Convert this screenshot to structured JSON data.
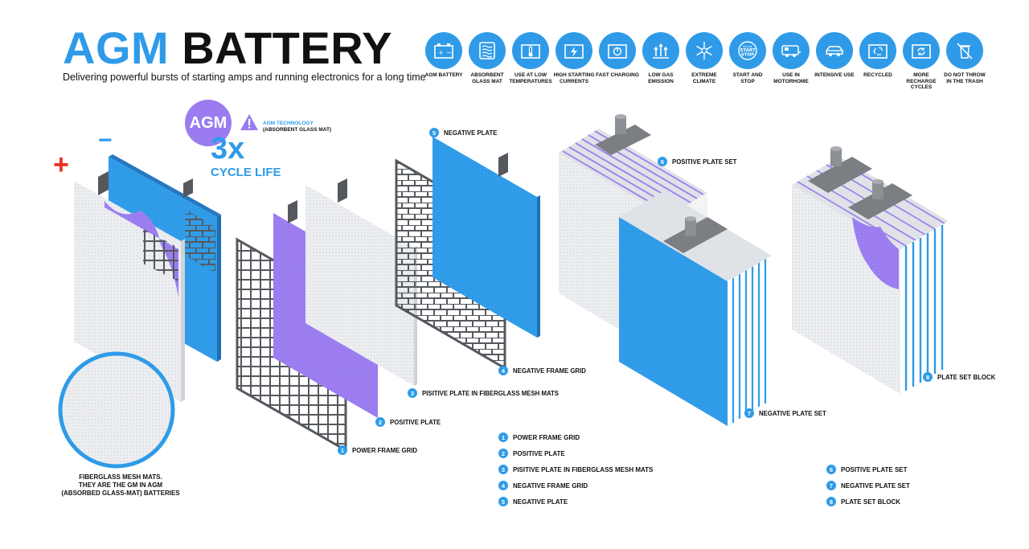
{
  "header": {
    "title_part1": "AGM",
    "title_part2": "BATTERY",
    "subtitle": "Delivering powerful bursts of starting amps and running electronics for a long time"
  },
  "features": [
    {
      "label": "AGM BATTERY",
      "icon": "battery-icon"
    },
    {
      "label": "ABSORBENT GLASS MAT",
      "icon": "glass-mat-icon"
    },
    {
      "label": "USE AT LOW TEMPERATURES",
      "icon": "thermometer-icon"
    },
    {
      "label": "HIGH STARTING CURRENTS",
      "icon": "lightning-battery-icon"
    },
    {
      "label": "FAST CHARGING",
      "icon": "charging-icon"
    },
    {
      "label": "LOW GAS EMISSION",
      "icon": "gas-emission-icon"
    },
    {
      "label": "EXTREME CLIMATE",
      "icon": "snowflake-sun-icon"
    },
    {
      "label": "START AND STOP",
      "icon": "start-stop-icon",
      "badge_top": "ENGINE",
      "badge_mid": "START",
      "badge_bot": "STOP"
    },
    {
      "label": "USE IN MOTORHOME",
      "icon": "motorhome-icon"
    },
    {
      "label": "INTENSIVE USE",
      "icon": "car-icon"
    },
    {
      "label": "RECYCLED",
      "icon": "recycle-icon"
    },
    {
      "label": "MORE RECHARGE CYCLES",
      "icon": "recharge-cycle-icon"
    },
    {
      "label": "DO NOT THROW IN THE TRASH",
      "icon": "crossed-bin-icon"
    }
  ],
  "badge": {
    "agm": "AGM",
    "tech_line1": "AGM TECHNOLOGY",
    "tech_line2": "(ABSORBENT GLASS MAT)",
    "multiplier": "3x",
    "cycle_life": "CYCLE LIFE"
  },
  "signs": {
    "plus": "+",
    "minus": "−"
  },
  "callouts": [
    {
      "num": "1",
      "label": "POWER FRAME GRID"
    },
    {
      "num": "2",
      "label": "POSITIVE PLATE"
    },
    {
      "num": "3",
      "label": "PISITIVE PLATE IN FIBERGLASS MESH MATS"
    },
    {
      "num": "4",
      "label": "NEGATIVE FRAME GRID"
    },
    {
      "num": "5",
      "label": "NEGATIVE PLATE"
    },
    {
      "num": "6",
      "label": "POSITIVE PLATE SET"
    },
    {
      "num": "7",
      "label": "NEGATIVE PLATE SET"
    },
    {
      "num": "8",
      "label": "PLATE SET BLOCK"
    }
  ],
  "fiberglass_caption": {
    "line1": "FIBERGLASS MESH MATS.",
    "line2": "THEY ARE THE GM IN AGM",
    "line3": "(ABSORBED GLASS-MAT) BATTERIES"
  },
  "colors": {
    "blue": "#2f9be8",
    "purple": "#9a7cf0",
    "grey": "#55595e",
    "mat": "#e9ebee",
    "red": "#e8321e"
  }
}
